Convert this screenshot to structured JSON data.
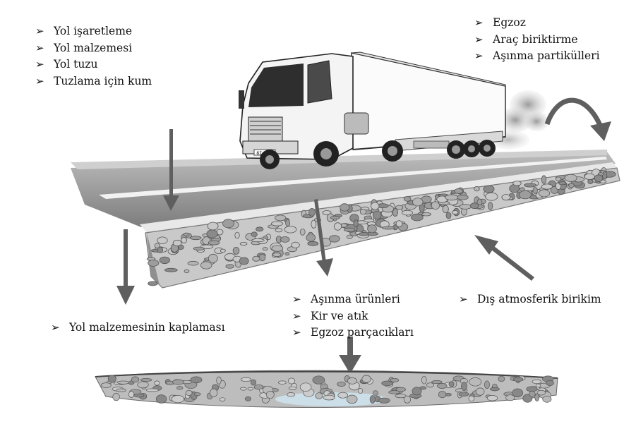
{
  "lists": {
    "sources_top_left": [
      "Yol işaretleme",
      "Yol malzemesi",
      "Yol tuzu",
      "Tuzlama için kum"
    ],
    "sources_top_right": [
      "Egzoz",
      "Araç biriktirme",
      "Aşınma partikülleri"
    ],
    "middle": [
      "Aşınma ürünleri",
      "Kir ve atık",
      "Egzoz parçacıkları"
    ]
  },
  "labels": {
    "atmospheric": "Dış atmosferik birikim",
    "pavement": "Yol malzemesinin kaplaması",
    "truck_plate": "8I-LS2"
  },
  "bullet_glyph": "➢",
  "colors": {
    "arrow": "#5f5f5f",
    "text": "#111111",
    "asphalt": "#8a8a8a",
    "stone": "#b9b9b9"
  },
  "icons": [
    "truck-icon",
    "arrow-down-icon",
    "curved-arrow-icon",
    "dust-cloud-icon"
  ]
}
